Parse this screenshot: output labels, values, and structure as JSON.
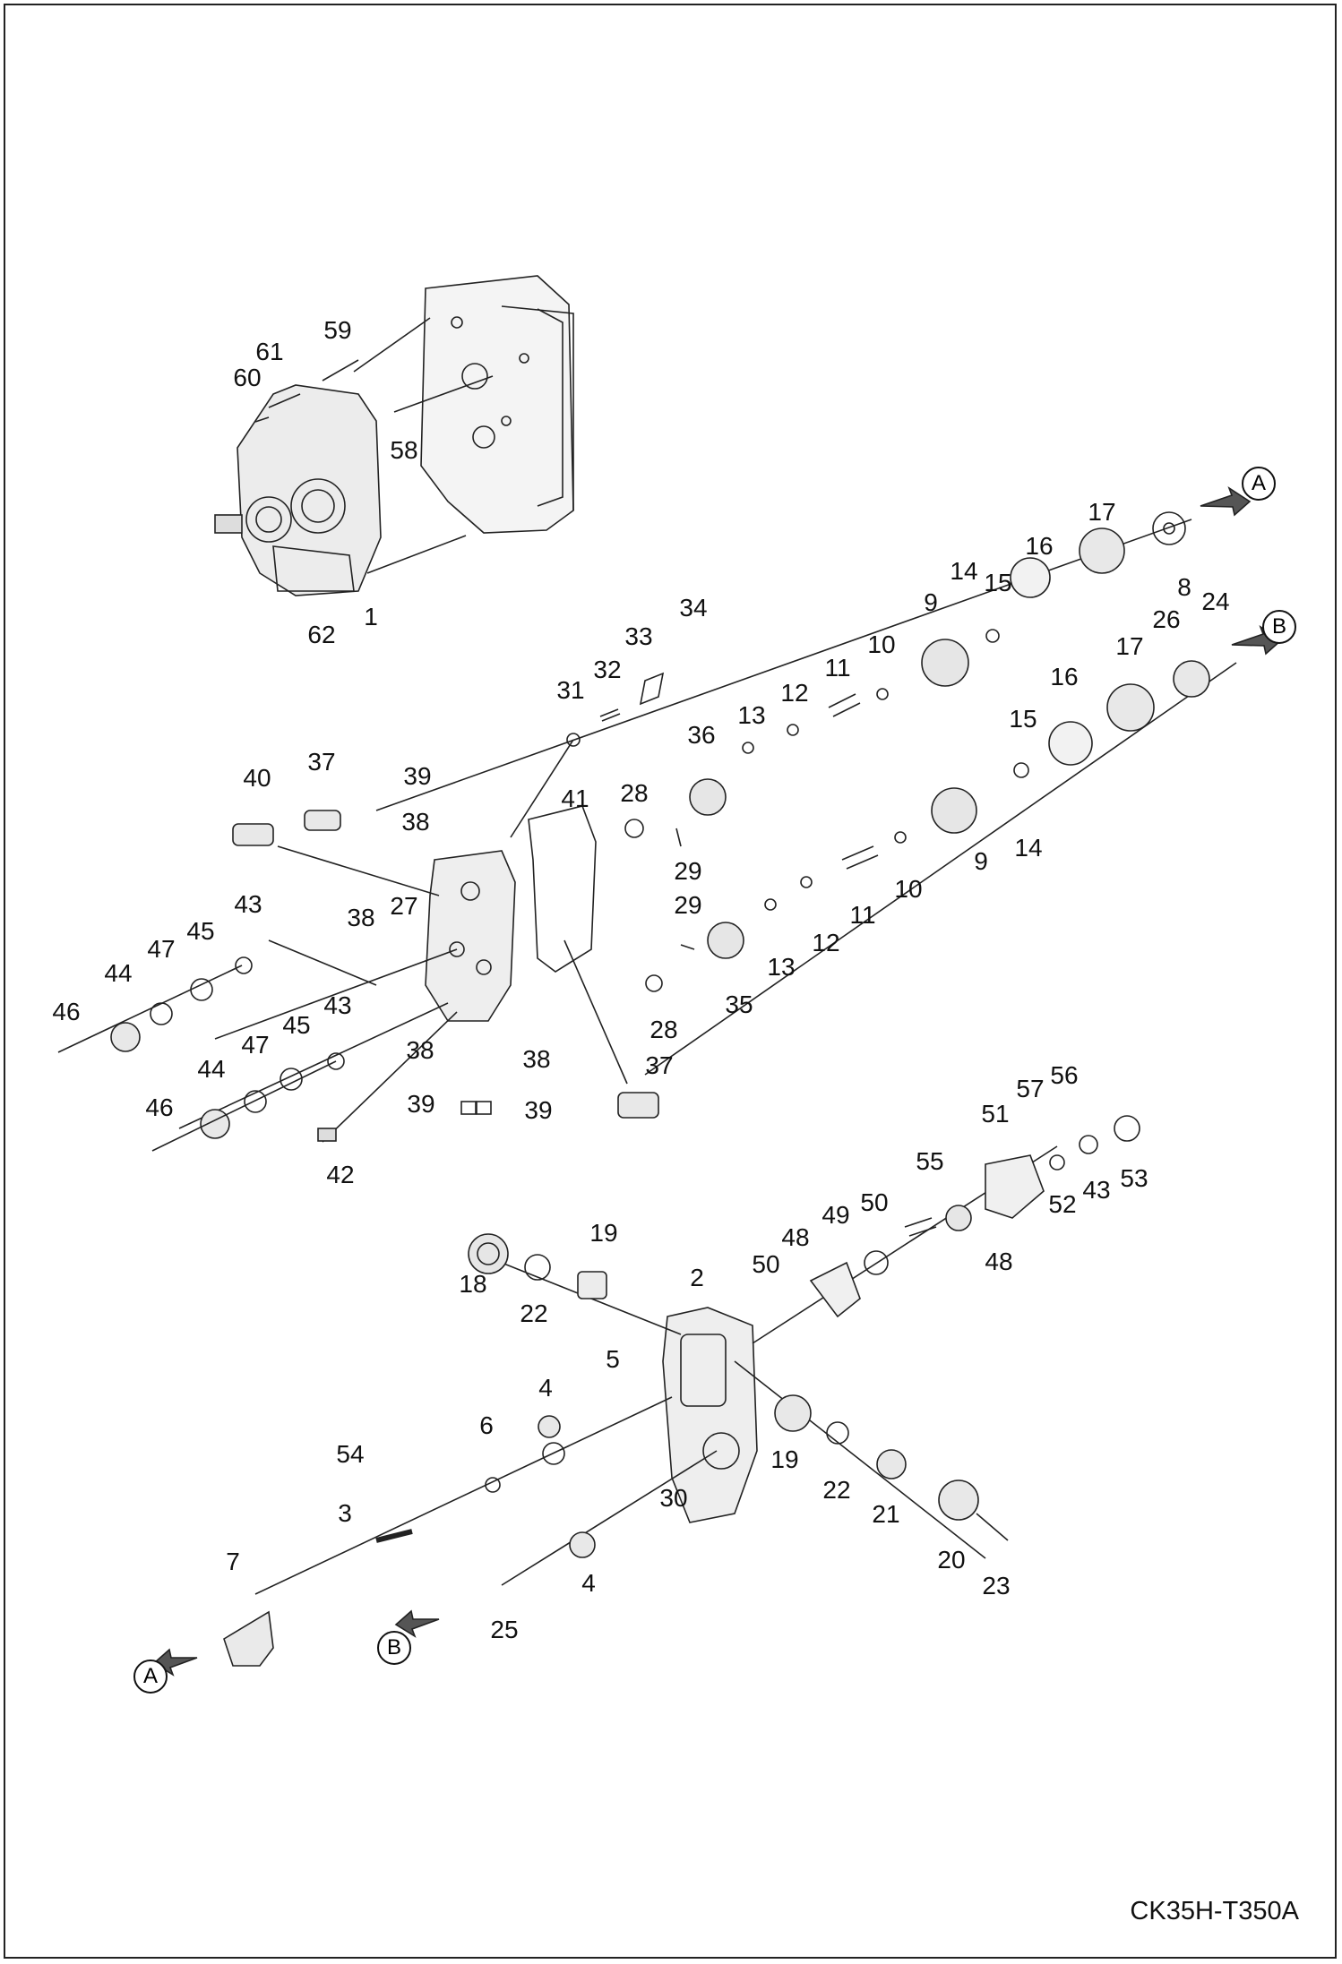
{
  "drawing_code": "CK35H-T350A",
  "markers": [
    "A",
    "B"
  ],
  "callouts": {
    "c1": "1",
    "c2": "2",
    "c3": "3",
    "c4a": "4",
    "c4b": "4",
    "c5": "5",
    "c6": "6",
    "c7": "7",
    "c8": "8",
    "c9a": "9",
    "c9b": "9",
    "c10a": "10",
    "c10b": "10",
    "c11a": "11",
    "c11b": "11",
    "c12a": "12",
    "c12b": "12",
    "c13a": "13",
    "c13b": "13",
    "c14a": "14",
    "c14b": "14",
    "c15a": "15",
    "c15b": "15",
    "c16a": "16",
    "c16b": "16",
    "c17a": "17",
    "c17b": "17",
    "c18": "18",
    "c19a": "19",
    "c19b": "19",
    "c20": "20",
    "c21": "21",
    "c22a": "22",
    "c22b": "22",
    "c23": "23",
    "c24": "24",
    "c25": "25",
    "c26": "26",
    "c27": "27",
    "c28a": "28",
    "c28b": "28",
    "c29a": "29",
    "c29b": "29",
    "c30": "30",
    "c31": "31",
    "c32": "32",
    "c33": "33",
    "c34": "34",
    "c35": "35",
    "c36": "36",
    "c37a": "37",
    "c37b": "37",
    "c38a": "38",
    "c38b": "38",
    "c38c": "38",
    "c38d": "38",
    "c39a": "39",
    "c39b": "39",
    "c39c": "39",
    "c40": "40",
    "c41": "41",
    "c42": "42",
    "c43a": "43",
    "c43b": "43",
    "c43c": "43",
    "c44a": "44",
    "c44b": "44",
    "c45a": "45",
    "c45b": "45",
    "c46a": "46",
    "c46b": "46",
    "c47a": "47",
    "c47b": "47",
    "c48a": "48",
    "c48b": "48",
    "c49": "49",
    "c50a": "50",
    "c50b": "50",
    "c51": "51",
    "c52": "52",
    "c53": "53",
    "c54": "54",
    "c55": "55",
    "c56": "56",
    "c57": "57",
    "c58": "58",
    "c59": "59",
    "c60": "60",
    "c61": "61",
    "c62": "62"
  }
}
